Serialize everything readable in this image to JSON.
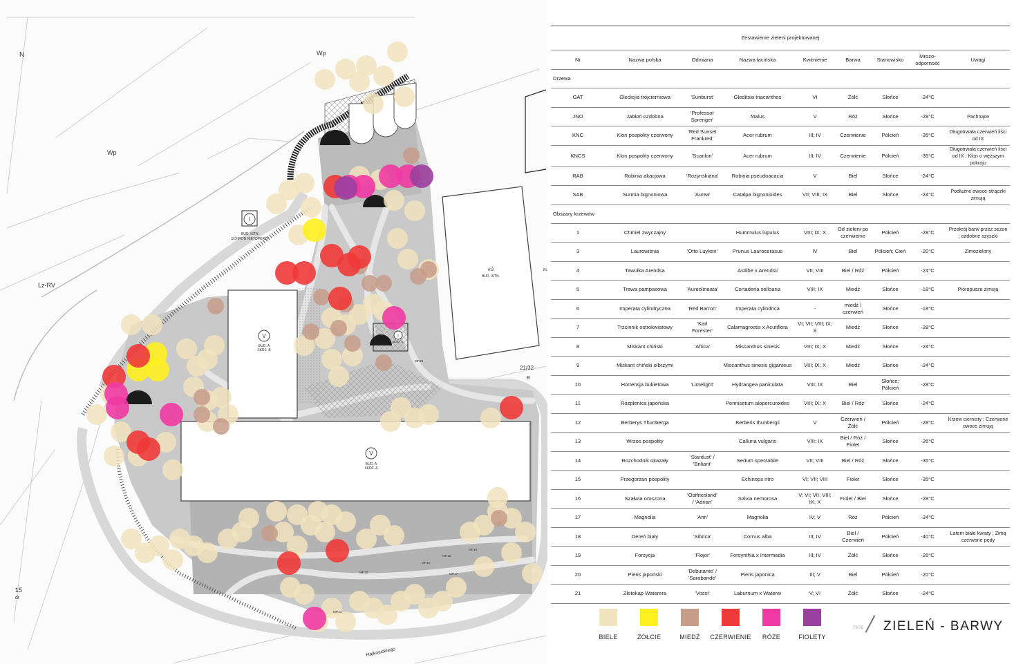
{
  "table": {
    "title": "Zestawienie zieleni projektowanej",
    "headers": [
      "Nr",
      "Nazwa polska",
      "Odmiana",
      "Nazwa łacińska",
      "Kwitnienie",
      "Barwa",
      "Stanowisko",
      "Mrozo-odporność",
      "Uwagi"
    ],
    "sections": [
      {
        "label": "Drzewa",
        "rows": [
          [
            "GAT",
            "Gledicjia trójcierniowa",
            "'Sunburst'",
            "Gleditsia triacanthos",
            "VI",
            "Żółć",
            "Słońce",
            "-24°C",
            ""
          ],
          [
            "JNO",
            "Jabłoń ozdobna",
            "'Professor Sprenger'",
            "Malus",
            "V",
            "Róż",
            "Słońce",
            "-28°C",
            "Pachnące"
          ],
          [
            "KNC",
            "Klon pospolity czerwony",
            "'Red Sunset Frankred'",
            "Acer rubrum",
            "III; IV",
            "Czerwienie",
            "Półcień",
            "-35°C",
            "Długotrwała czerwień liści od IX"
          ],
          [
            "KNCS",
            "Klon pospolity czerwony",
            "'Scanlon'",
            "Acer rubrum",
            "III; IV",
            "Czerwienie",
            "Półcień",
            "-35°C",
            "Długotrwała czerwień liści od IX ; Klon o węższym pokroju"
          ],
          [
            "RAB",
            "Robinia akacjowa",
            "'Rozynskiana'",
            "Robinia pseudoacacia",
            "V",
            "Biel",
            "Słońce",
            "-24°C",
            ""
          ],
          [
            "SAB",
            "Surmia bignoniowa",
            "'Aurea'",
            "Catalpa bignonioides",
            "VII; VIII; IX",
            "Biel",
            "Słońce",
            "-24°C",
            "Podłużne owoce-strączki zimują"
          ]
        ]
      },
      {
        "label": "Obszary krzewów",
        "rows": [
          [
            "1",
            "Chmiel zwyczajny",
            "",
            "Hummulus lupulus",
            "VIII; IX; X",
            "Od zieleni po czerwienie",
            "Półcień",
            "-28°C",
            "Przekrój barw przez sezon ; ozdobne szyszki"
          ],
          [
            "3",
            "Laurowiśnia",
            "'Otto Luyken'",
            "Prunus Laurocerasus",
            "IV",
            "Biel",
            "Półcień; Cień",
            "-20°C",
            "Zimozielony"
          ],
          [
            "4",
            "Tawułka Arendsa",
            "",
            "Astilbe x Arendsii",
            "VII; VIII",
            "Biel / Róż",
            "Półcień",
            "-24°C",
            ""
          ],
          [
            "5",
            "Trawa pampasowa",
            "'Aureolineata'",
            "Cortaderia selloana",
            "VIII; IX",
            "Miedź",
            "Słońce",
            "-18°C",
            "Pióropusze zimują"
          ],
          [
            "6",
            "Imperata cylindryczna",
            "'Red Barron'",
            "Imperata cylindrica",
            "-",
            "miedź / czerwień",
            "Słońce",
            "-18°C",
            ""
          ],
          [
            "7",
            "Trzcinnik ostrokwiatowy",
            "'Karl Forester'",
            "Calamagrostis x Acutiflora",
            "VI; VII; VIII; IX; X",
            "Miedź",
            "Słońce",
            "-28°C",
            ""
          ],
          [
            "8",
            "Miskant chiński",
            "'Africa'",
            "Miscanthus sinesis",
            "VIII; IX; X",
            "Miedź",
            "Słońce",
            "-24°C",
            ""
          ],
          [
            "9",
            "Miskant chiński olbrzymi",
            "",
            "Miscanthus sinesis giganteus",
            "VIII; IX; X",
            "Miedź",
            "Słońce",
            "-24°C",
            ""
          ],
          [
            "10",
            "Hortensja bukietowa",
            "'Limelight'",
            "Hydrangea paniculata",
            "VIII; IX",
            "Biel",
            "Słońce; Półcień",
            "-28°C",
            ""
          ],
          [
            "11",
            "Rozplenica japońska",
            "",
            "Pennisetum alopercuroides",
            "VIII; IX; X",
            "Biel / Róż",
            "Słońce",
            "-24°C",
            ""
          ],
          [
            "12",
            "Berberys Thunberga",
            "",
            "Berberis thunbergii",
            "V",
            "Czerwień / Żółć",
            "Półcień",
            "-28°C",
            "Krzew ciernisty ; Czerwone owoce zimują"
          ],
          [
            "13",
            "Wrzos pospolity",
            "",
            "Calluna vulgaris",
            "VIII; IX",
            "Biel / Róż / Fiolet",
            "Słońce",
            "-26°C",
            ""
          ],
          [
            "14",
            "Rozchodnik okazały",
            "'Stardust' / 'Briliant'",
            "Sedum spectabile",
            "VII; VIII",
            "Biel / Róż",
            "Słońce",
            "-35°C",
            ""
          ],
          [
            "15",
            "Przegorzan pospolity",
            "",
            "Echinops ritro",
            "VI; VII; VIII",
            "Fiolet",
            "Słońce",
            "-35°C",
            ""
          ],
          [
            "16",
            "Szałwia omszona",
            "'Ostfriesland' / 'Adrian'",
            "Salvia nemorosa",
            "V; VI; VII; VIII; IX; X",
            "Fiolet / Biel",
            "Słońce",
            "-28°C",
            ""
          ],
          [
            "17",
            "Magnolia",
            "'Ann'",
            "Magnolia",
            "IV; V",
            "Róż",
            "Półcień",
            "-24°C",
            ""
          ],
          [
            "18",
            "Dereń biały",
            "'Sibrica'",
            "Cornus alba",
            "III; IV",
            "Biel / Czerwień",
            "Półcień",
            "-40°C",
            "Latem białe kwiaty ; Zimą czerwone pędy"
          ],
          [
            "19",
            "Forsycja",
            "'Flojor'",
            "Forsynthia x Intermedia",
            "III; IV",
            "Żółć",
            "Słońce",
            "-26°C",
            ""
          ],
          [
            "20",
            "Pieris japoński",
            "'Debutante' / 'Sarabande'",
            "Pieris japonica",
            "III; V",
            "Biel",
            "Półcień",
            "-20°C",
            ""
          ],
          [
            "21",
            "Złotokap Waterera",
            "'Vossi'",
            "Laburnum x Waterei",
            "V; VI",
            "Żółć",
            "Słońce",
            "-24°C",
            ""
          ]
        ]
      }
    ]
  },
  "legend": {
    "items": [
      {
        "label": "BIELE",
        "color": "#f1e3bd"
      },
      {
        "label": "ŻÓŁCIE",
        "color": "#ffef1f"
      },
      {
        "label": "MIEDŹ",
        "color": "#c79c89"
      },
      {
        "label": "CZERWIENIE",
        "color": "#ee3a39"
      },
      {
        "label": "RÓŻE",
        "color": "#ef3aa3"
      },
      {
        "label": "FIOLETY",
        "color": "#9a40a0"
      }
    ]
  },
  "footer": {
    "title": "ZIELEŃ - BARWY",
    "mark": "78,06"
  },
  "plan": {
    "buildings": [
      {
        "name": "building-a-section-b",
        "symbol": "V",
        "label1": "BUD. A",
        "label2": "SKRZ. B"
      },
      {
        "name": "building-a-section-a",
        "symbol": "V",
        "label1": "BUD. A",
        "label2": "SKRZ. A"
      },
      {
        "name": "existing-building-east",
        "symbol": "",
        "label1": "m3",
        "label2": "BUD. ISTN."
      },
      {
        "name": "bat-shelter",
        "symbol": "I",
        "label1": "BUD. ISTN.",
        "label2": "SCHRON NIETOPERZY"
      },
      {
        "name": "building-c",
        "symbol": "I",
        "label1": "BUD. C",
        "label2": ""
      }
    ],
    "annotations": [
      "N",
      "Wp",
      "Wp",
      "Lz-RV",
      "21/32",
      "B",
      "15",
      "dr",
      "BU",
      "Hajkowskiego",
      "MP.24",
      "MP.20",
      "MP.19",
      "MP.18",
      "MP.17",
      "MP.16",
      "MP.21"
    ],
    "plants": {
      "biele": [
        [
          400,
          295
        ],
        [
          418,
          275
        ],
        [
          440,
          265
        ],
        [
          432,
          340
        ],
        [
          450,
          300
        ],
        [
          480,
          460
        ],
        [
          500,
          470
        ],
        [
          520,
          255
        ],
        [
          540,
          150
        ],
        [
          550,
          260
        ],
        [
          570,
          290
        ],
        [
          575,
          345
        ],
        [
          590,
          375
        ],
        [
          600,
          305
        ],
        [
          620,
          390
        ],
        [
          470,
          115
        ],
        [
          500,
          100
        ],
        [
          520,
          118
        ],
        [
          530,
          95
        ],
        [
          555,
          110
        ],
        [
          575,
          75
        ],
        [
          585,
          140
        ],
        [
          440,
          500
        ],
        [
          470,
          490
        ],
        [
          480,
          520
        ],
        [
          490,
          545
        ],
        [
          510,
          515
        ],
        [
          520,
          455
        ],
        [
          540,
          440
        ],
        [
          555,
          450
        ],
        [
          190,
          470
        ],
        [
          220,
          470
        ],
        [
          160,
          570
        ],
        [
          140,
          600
        ],
        [
          175,
          625
        ],
        [
          165,
          660
        ],
        [
          200,
          660
        ],
        [
          240,
          640
        ],
        [
          250,
          680
        ],
        [
          270,
          505
        ],
        [
          285,
          530
        ],
        [
          300,
          520
        ],
        [
          310,
          500
        ],
        [
          280,
          560
        ],
        [
          300,
          580
        ],
        [
          320,
          575
        ],
        [
          330,
          600
        ],
        [
          300,
          610
        ],
        [
          190,
          780
        ],
        [
          210,
          800
        ],
        [
          230,
          790
        ],
        [
          250,
          810
        ],
        [
          260,
          780
        ],
        [
          280,
          790
        ],
        [
          300,
          800
        ],
        [
          330,
          780
        ],
        [
          350,
          770
        ],
        [
          360,
          750
        ],
        [
          400,
          740
        ],
        [
          430,
          745
        ],
        [
          450,
          760
        ],
        [
          460,
          740
        ],
        [
          480,
          745
        ],
        [
          500,
          755
        ],
        [
          410,
          770
        ],
        [
          430,
          790
        ],
        [
          420,
          850
        ],
        [
          440,
          860
        ],
        [
          460,
          900
        ],
        [
          480,
          880
        ],
        [
          500,
          900
        ],
        [
          520,
          870
        ],
        [
          540,
          880
        ],
        [
          560,
          890
        ],
        [
          580,
          870
        ],
        [
          600,
          860
        ],
        [
          620,
          880
        ],
        [
          640,
          870
        ],
        [
          660,
          850
        ],
        [
          680,
          770
        ],
        [
          700,
          760
        ],
        [
          720,
          740
        ],
        [
          740,
          750
        ],
        [
          760,
          770
        ],
        [
          740,
          800
        ],
        [
          770,
          830
        ],
        [
          700,
          820
        ],
        [
          720,
          720
        ],
        [
          565,
          610
        ],
        [
          580,
          590
        ],
        [
          600,
          605
        ],
        [
          620,
          600
        ],
        [
          710,
          605
        ],
        [
          470,
          770
        ],
        [
          530,
          780
        ],
        [
          550,
          760
        ],
        [
          570,
          775
        ]
      ],
      "zolcie": [
        [
          455,
          333
        ],
        [
          225,
          512
        ],
        [
          200,
          535
        ],
        [
          228,
          535
        ]
      ],
      "miedz": [
        [
          312,
          443
        ],
        [
          490,
          475
        ],
        [
          510,
          497
        ],
        [
          450,
          480
        ],
        [
          595,
          225
        ],
        [
          600,
          255
        ],
        [
          620,
          390
        ],
        [
          605,
          400
        ],
        [
          535,
          410
        ],
        [
          555,
          410
        ],
        [
          520,
          385
        ],
        [
          555,
          525
        ],
        [
          320,
          617
        ],
        [
          292,
          575
        ],
        [
          292,
          600
        ],
        [
          390,
          772
        ],
        [
          722,
          750
        ],
        [
          465,
          430
        ],
        [
          500,
          440
        ]
      ],
      "czerwienie": [
        [
          480,
          370
        ],
        [
          505,
          383
        ],
        [
          520,
          372
        ],
        [
          485,
          270
        ],
        [
          415,
          395
        ],
        [
          440,
          395
        ],
        [
          492,
          432
        ],
        [
          200,
          515
        ],
        [
          165,
          545
        ],
        [
          215,
          650
        ],
        [
          200,
          640
        ],
        [
          740,
          590
        ],
        [
          488,
          797
        ],
        [
          418,
          815
        ]
      ],
      "roze": [
        [
          505,
          270
        ],
        [
          526,
          270
        ],
        [
          565,
          255
        ],
        [
          590,
          255
        ],
        [
          570,
          460
        ],
        [
          168,
          570
        ],
        [
          170,
          590
        ],
        [
          248,
          600
        ],
        [
          455,
          895
        ]
      ],
      "fiolety": [
        [
          500,
          272
        ],
        [
          610,
          255
        ]
      ]
    }
  }
}
